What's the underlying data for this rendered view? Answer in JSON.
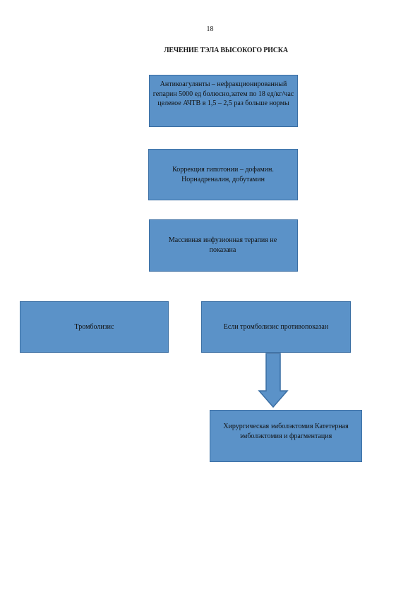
{
  "page_number": "18",
  "title": "ЛЕЧЕНИЕ ТЭЛА ВЫСОКОГО РИСКА",
  "boxes": {
    "anticoagulants": "Антикоагулянты – нефракционированный гепарин 5000 ед болюсно,затем по 18 ед/кг/час целевое АЧТВ в 1,5 – 2,5 раз больше нормы",
    "hypotension": "Коррекция гипотонии – дофамин. Норнадреналин, добутамин",
    "infusion": "Массивная инфузионная терапия не показана",
    "thrombolysis": "Тромболизис",
    "contraindicated": "Если тромболизис противопоказан",
    "surgery": "Хирургическая эмболэктомия Катетерная эмболэктомия и фрагментация"
  },
  "colors": {
    "box_fill": "#5b92c8",
    "box_border": "#3a6ea3"
  }
}
